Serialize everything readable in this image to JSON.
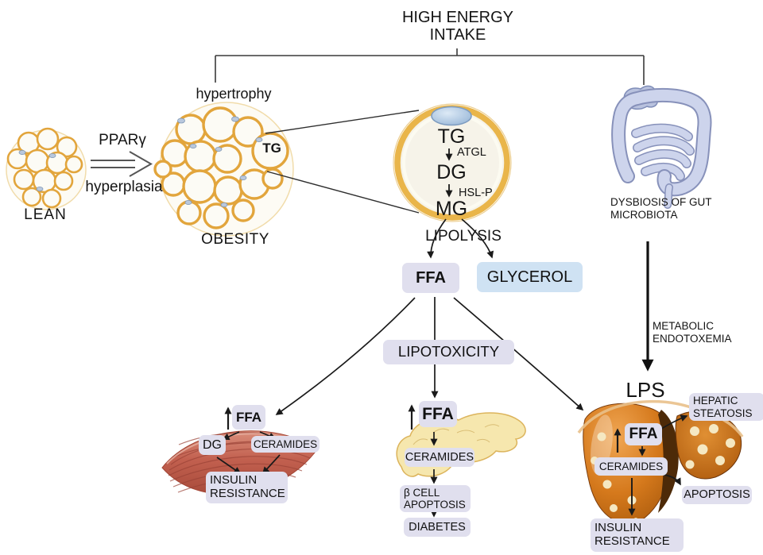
{
  "title": "HIGH ENERGY\nINTAKE",
  "progression": {
    "lean": "LEAN",
    "ppar": "PPARγ",
    "hyperplasia": "hyperplasia",
    "hypertrophy": "hypertrophy",
    "obesity": "OBESITY",
    "tg": "TG"
  },
  "adipocyte": {
    "tg": "TG",
    "atgl": "ATGL",
    "dg": "DG",
    "hsl_p": "HSL-P",
    "mg": "MG",
    "lipolysis": "LIPOLYSIS"
  },
  "products": {
    "ffa": "FFA",
    "glycerol": "GLYCEROL",
    "lipotoxicity": "LIPOTOXICITY"
  },
  "muscle": {
    "ffa": "FFA",
    "dg": "DG",
    "ceramides": "CERAMIDES",
    "insulin_resistance": "INSULIN\nRESISTANCE"
  },
  "pancreas": {
    "ffa": "FFA",
    "ceramides": "CERAMIDES",
    "beta_cell_apoptosis": "β CELL\nAPOPTOSIS",
    "diabetes": "DIABETES"
  },
  "liver": {
    "lps": "LPS",
    "ffa": "FFA",
    "ceramides": "CERAMIDES",
    "insulin_resistance": "INSULIN\nRESISTANCE",
    "hepatic_steatosis": "HEPATIC\nSTEATOSIS",
    "apoptosis": "APOPTOSIS"
  },
  "gut": {
    "dysbiosis": "DYSBIOSIS OF GUT\nMICROBIOTA",
    "metabolic_endotoxemia": "METABOLIC\nENDOTOXEMIA"
  },
  "colors": {
    "box_lavender": "#e0dfee",
    "box_blue": "#cfe2f3",
    "adipocyte_gold": "#e2a53c",
    "cell_interior": "#f6f3e9",
    "nucleus_blue": "#aecbe6",
    "muscle_red": "#c2604f",
    "pancreas_yellow": "#f6e7ae",
    "liver_orange": "#d5791c",
    "gut_periwinkle": "#ccd3ec",
    "arrow_black": "#1a1a1a"
  }
}
